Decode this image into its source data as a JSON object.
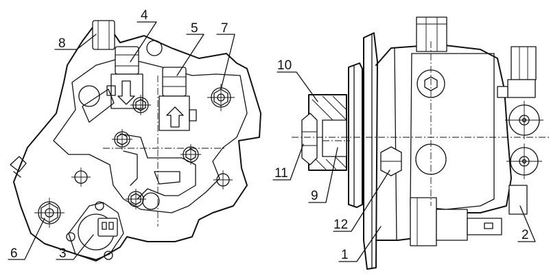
{
  "figure": {
    "callouts": [
      {
        "id": "c1",
        "text": "1"
      },
      {
        "id": "c2",
        "text": "2"
      },
      {
        "id": "c3",
        "text": "3"
      },
      {
        "id": "c4",
        "text": "4"
      },
      {
        "id": "c5",
        "text": "5"
      },
      {
        "id": "c6",
        "text": "6"
      },
      {
        "id": "c7",
        "text": "7"
      },
      {
        "id": "c8",
        "text": "8"
      },
      {
        "id": "c9",
        "text": "9"
      },
      {
        "id": "c10",
        "text": "10"
      },
      {
        "id": "c11",
        "text": "11"
      },
      {
        "id": "c12",
        "text": "12"
      }
    ]
  }
}
